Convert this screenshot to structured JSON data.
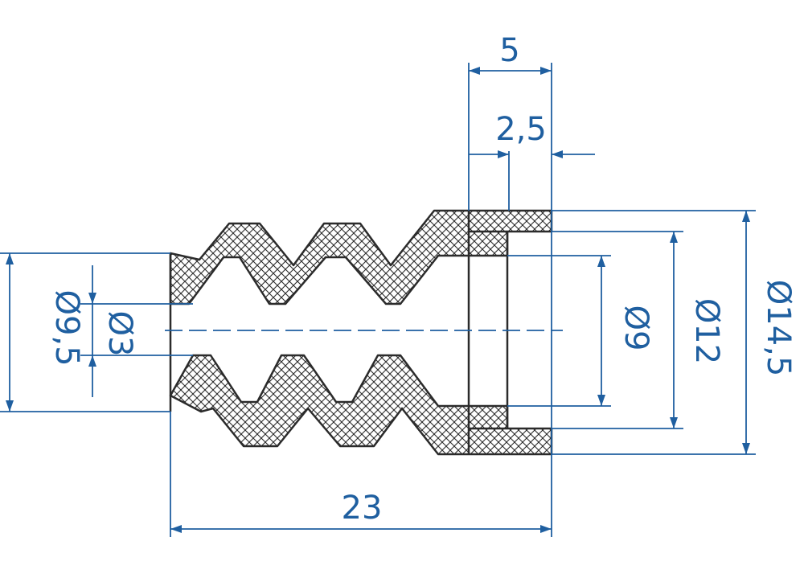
{
  "drawing": {
    "dimensions": {
      "length": "23",
      "width": "5",
      "width_half": "2,5",
      "outer_left_diameter": "Ø9,5",
      "inner_hole_diameter": "Ø3",
      "bore_diameter": "Ø9",
      "groove_diameter": "Ø12",
      "outer_right_diameter": "Ø14,5"
    },
    "colors": {
      "dimension": "#1f5fa0",
      "outline": "#2b2b2b",
      "hatch": "#2b2b2b",
      "background": "#ffffff"
    }
  }
}
